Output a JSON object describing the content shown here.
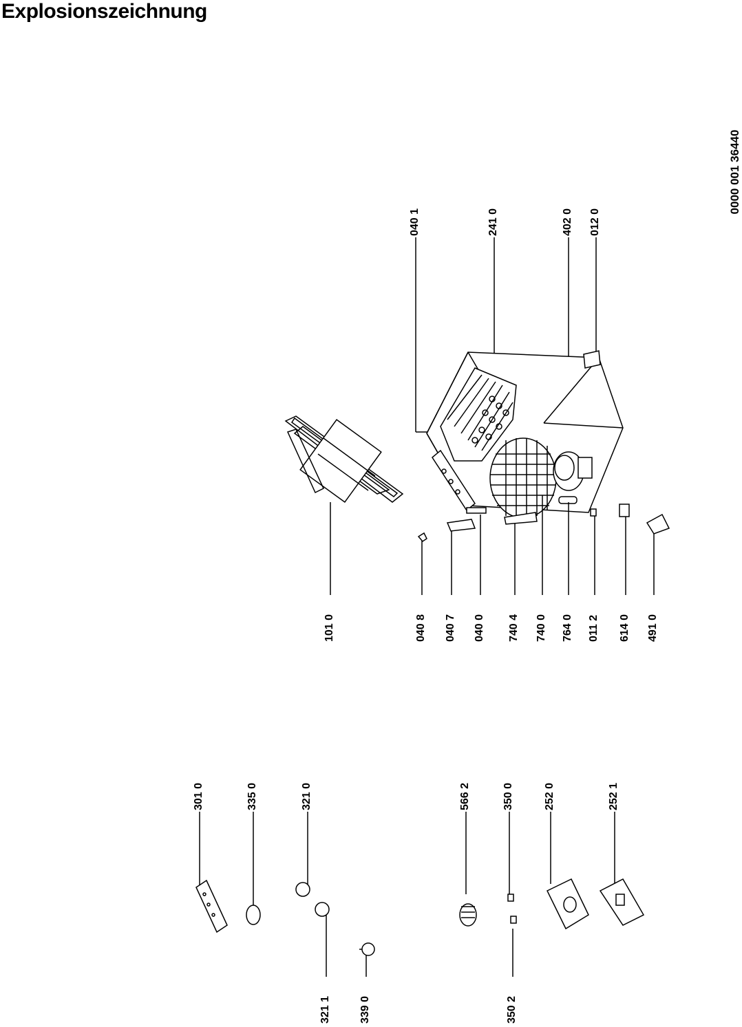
{
  "title": "Explosionszeichnung",
  "document_number": "0000 001 36440",
  "callouts_top": [
    "040 1",
    "241 0",
    "402 0",
    "012 0"
  ],
  "callouts_middle": [
    "101 0",
    "040 8",
    "040 7",
    "040 0",
    "740 4",
    "740 0",
    "764 0",
    "011 2",
    "614 0",
    "491 0"
  ],
  "callouts_lower_top": [
    "301 0",
    "335 0",
    "321 0",
    "566 2",
    "350 0",
    "252 0",
    "252 1"
  ],
  "callouts_lower_bottom": [
    "321 1",
    "339 0",
    "350 2"
  ]
}
